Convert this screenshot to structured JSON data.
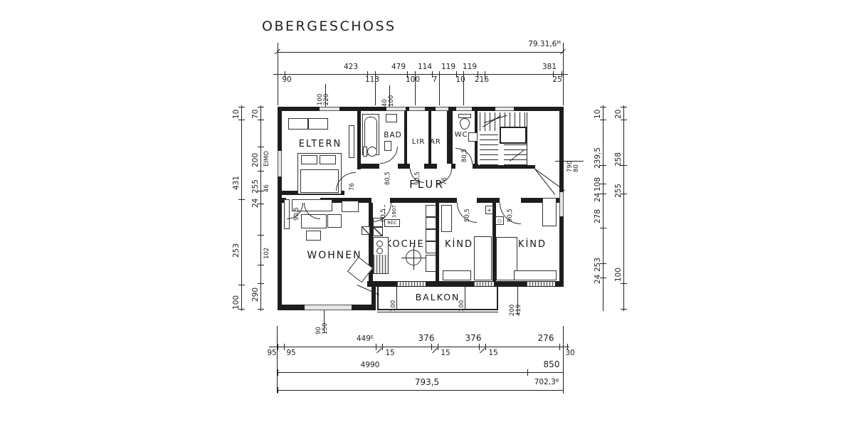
{
  "title": "OBERGESCHOSS",
  "colors": {
    "ink": "#1d1d1d",
    "paper": "#ffffff",
    "window_fill": "#e6e6e6"
  },
  "rooms": {
    "eltern": "ELTERN",
    "bad": "BAD",
    "lir": "LIR",
    "ar": "AR",
    "wc": "WC",
    "flur": "FLUR",
    "wohnen": "WOHNEN",
    "kochen": "KOCHEN",
    "kind1": "KİND",
    "kind2": "KİND",
    "balkon": "BALKON"
  },
  "dims": {
    "top_total": "79.31,6ᴹ",
    "top_above": [
      "423",
      "479",
      "114",
      "119",
      "119",
      "381"
    ],
    "top_below": [
      "90",
      "113",
      "100",
      "7",
      "10",
      "216",
      "25"
    ],
    "bot_above": [
      "449ᴱ",
      "376",
      "376",
      "276"
    ],
    "bot_below": [
      "95",
      "95",
      "15",
      "15",
      "15",
      "30"
    ],
    "bot_mid": [
      "4990",
      "850"
    ],
    "bot_total": [
      "793,5",
      "702,3ᴮ"
    ],
    "left_a": [
      "10",
      "431",
      "253",
      "100"
    ],
    "left_b": [
      "70",
      "200",
      "EIMO",
      "255",
      "46",
      "24",
      "102",
      "290"
    ],
    "right_a": [
      "10",
      "239,5",
      "108",
      "24",
      "278",
      "253",
      "24"
    ],
    "right_b": [
      "20",
      "258",
      "255",
      "100"
    ]
  },
  "labels": {
    "win_top1": [
      "100",
      "220"
    ],
    "win_top2": [
      "40",
      "100"
    ],
    "win_right": [
      "790",
      "80"
    ],
    "win_bottom": [
      "90",
      "150"
    ],
    "balcony": [
      "100",
      "100"
    ],
    "win_kind": [
      "200",
      "419"
    ],
    "doors": [
      "76",
      "80,5",
      "90,5",
      "76",
      "80,5",
      "90,5",
      "80,5",
      "50,5",
      "90,5"
    ],
    "kitchen_tag": "1807",
    "kitchen_tag2": "REC"
  }
}
